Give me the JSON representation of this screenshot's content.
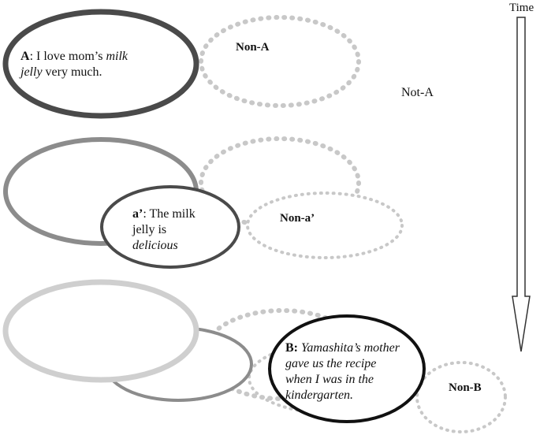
{
  "time_label": "Time",
  "not_a_label": "Not-A",
  "stage1": {
    "a_letter": "A",
    "a_text_1": ": I love mom’s ",
    "a_text_italic": "milk",
    "a_text_2_italic": "jelly",
    "a_text_2": " very much.",
    "non_a": "Non-A"
  },
  "stage2": {
    "a_prime_letter": "a’",
    "a_prime_text_1": ": The milk",
    "a_prime_text_2": "jelly is",
    "a_prime_text_italic": "delicious",
    "non_a_prime": "Non-a’"
  },
  "stage3": {
    "b_letter": "B:",
    "b_text_1": " Yamashita’s mother",
    "b_text_2": "gave us the recipe",
    "b_text_3": "when I was in the",
    "b_text_4": "kindergarten.",
    "non_b": "Non-B"
  },
  "colors": {
    "dark": "#4a4a4a",
    "medium": "#8c8c8c",
    "light": "#cfcfcf",
    "dotted": "#c8c8c8",
    "black": "#111111"
  }
}
